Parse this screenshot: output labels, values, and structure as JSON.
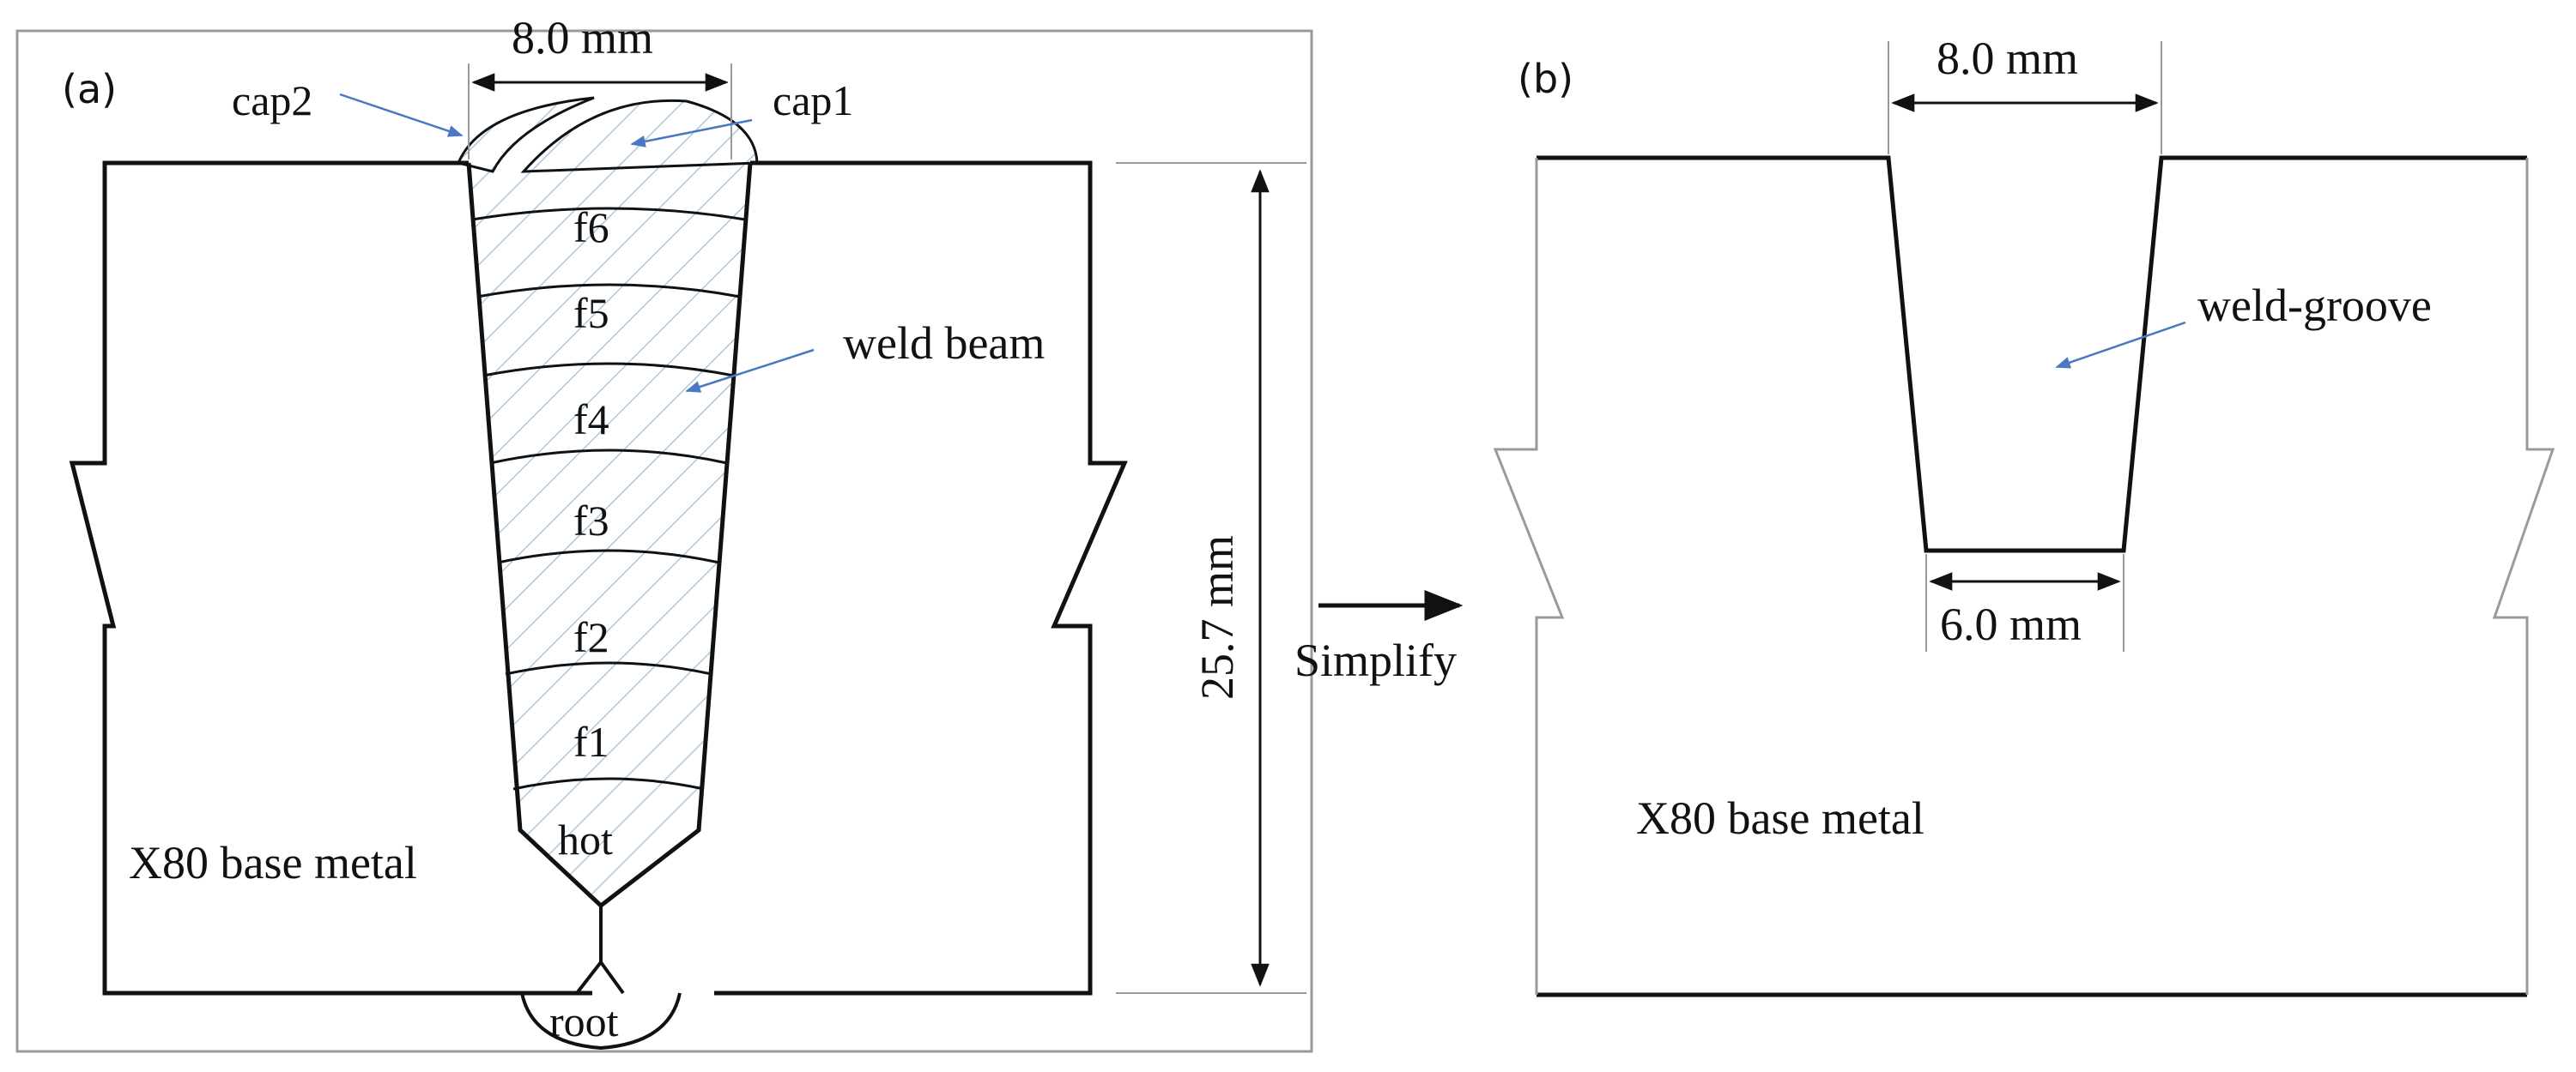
{
  "panel_a": {
    "label": "(a)",
    "top_width": "8.0 mm",
    "depth": "25.7 mm",
    "cap_left": "cap2",
    "cap_right": "cap1",
    "fill_layers": [
      "f6",
      "f5",
      "f4",
      "f3",
      "f2",
      "f1"
    ],
    "hot_pass": "hot",
    "root_pass": "root",
    "weld_label": "weld beam",
    "base_label": "X80 base metal"
  },
  "arrow_label": "Simplify",
  "panel_b": {
    "label": "(b)",
    "top_width": "8.0 mm",
    "bottom_width": "6.0 mm",
    "groove_label": "weld-groove",
    "base_label": "X80 base metal"
  },
  "colors": {
    "line": "#111111",
    "hatch": "#a9c8e0",
    "annotation_arrow": "#4a78c2",
    "frame": "#9a9a9a"
  }
}
